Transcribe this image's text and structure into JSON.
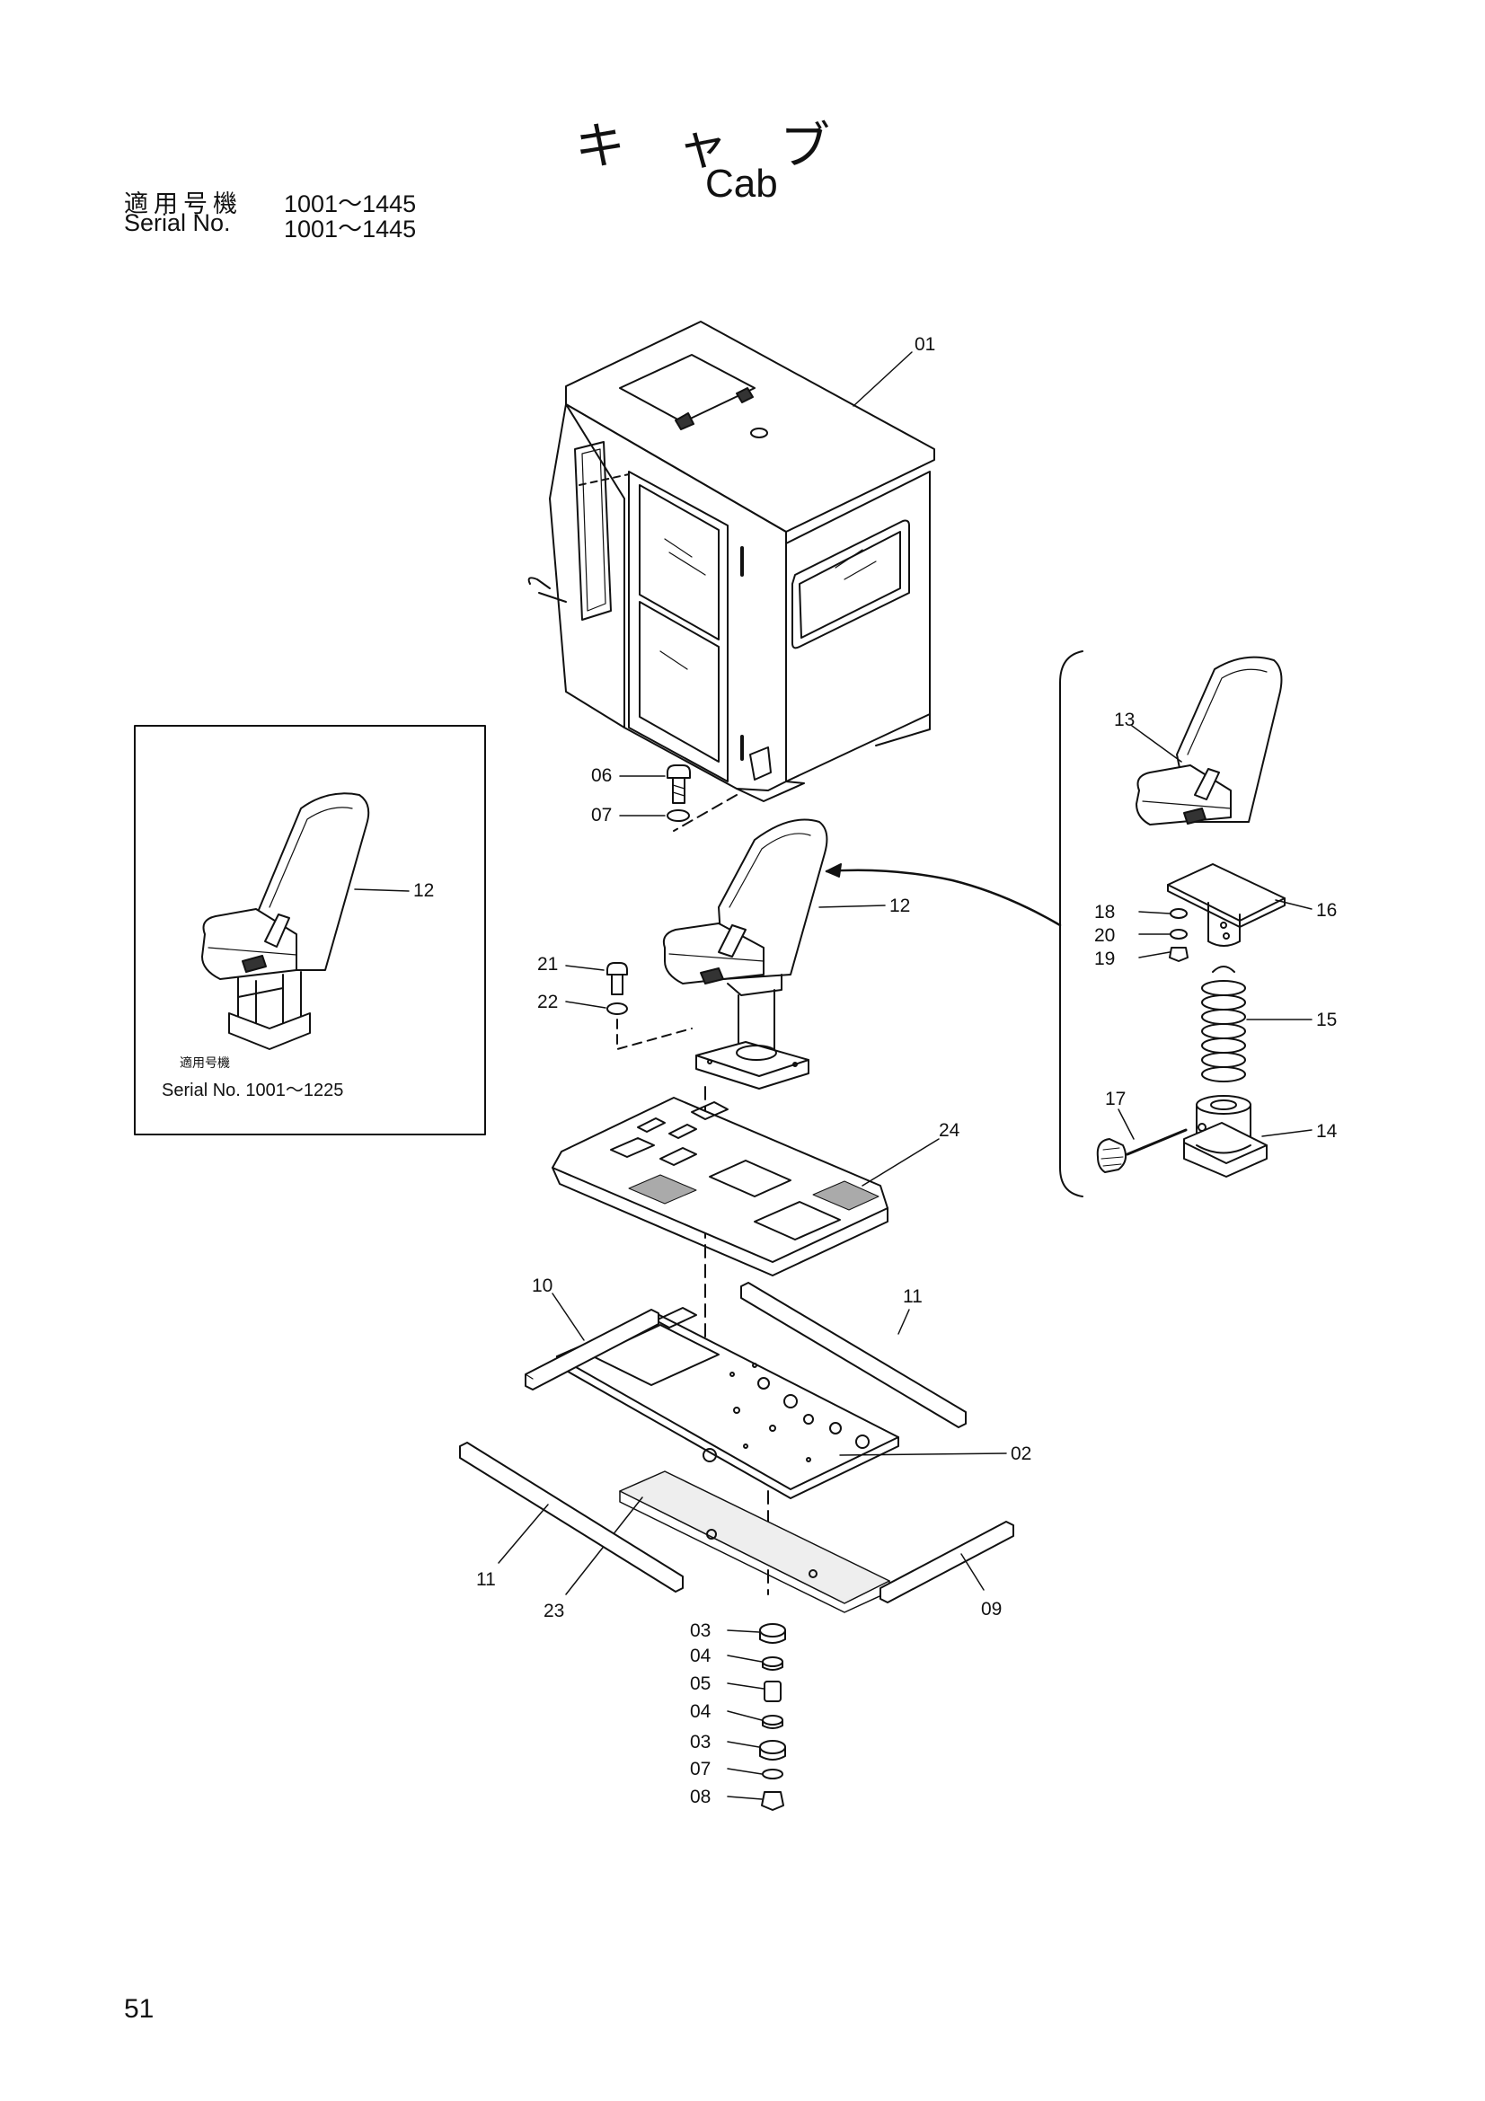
{
  "header": {
    "title_jp": "キャブ",
    "title_en": "Cab",
    "serial_jp_label": "適用号機",
    "serial_jp_range": "1001～1445",
    "serial_en_label": "Serial No.",
    "serial_en_range": "1001～1445"
  },
  "inset": {
    "note_jp": "適用号機",
    "note_serial": "Serial No. 1001～1225"
  },
  "parts": {
    "p01": "01",
    "p02": "02",
    "p03a": "03",
    "p03b": "03",
    "p04a": "04",
    "p04b": "04",
    "p05": "05",
    "p06": "06",
    "p07a": "07",
    "p07b": "07",
    "p08": "08",
    "p09": "09",
    "p10": "10",
    "p11a": "11",
    "p11b": "11",
    "p12a": "12",
    "p12b": "12",
    "p13": "13",
    "p14": "14",
    "p15": "15",
    "p16": "16",
    "p17": "17",
    "p18": "18",
    "p19": "19",
    "p20": "20",
    "p21": "21",
    "p22": "22",
    "p23": "23",
    "p24": "24"
  },
  "footer": {
    "page_number": "51"
  }
}
